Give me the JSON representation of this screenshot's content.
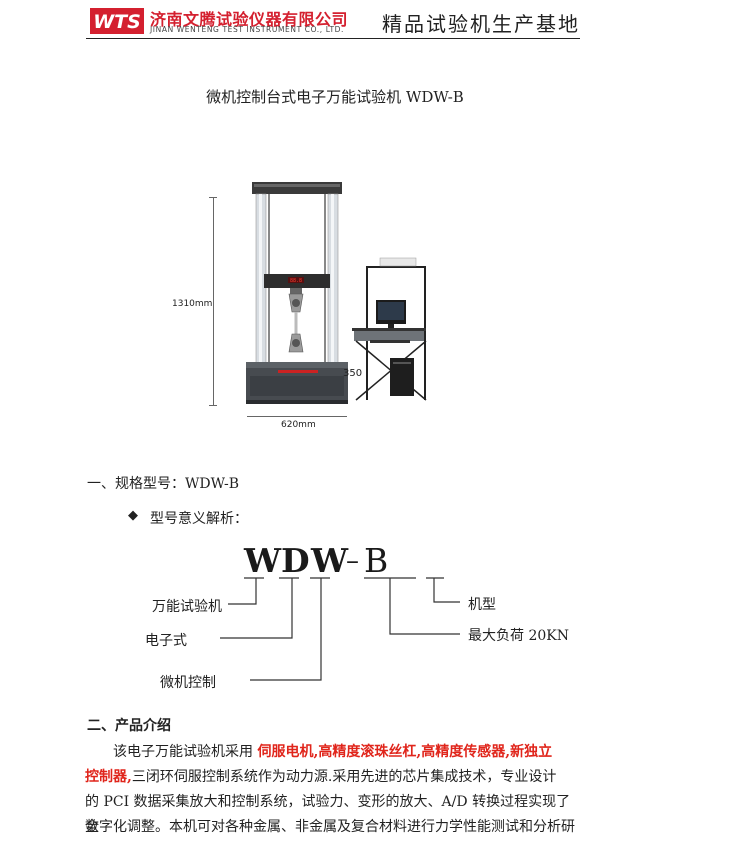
{
  "header": {
    "logo_text": "WTS",
    "company_cn": "济南文腾试验仪器有限公司",
    "company_en": "JINAN WENTENG TEST INSTRUMENT CO., LTD.",
    "slogan": "精品试验机生产基地"
  },
  "title": "微机控制台式电子万能试验机 WDW-B",
  "figure": {
    "height_label": "1310mm",
    "width_label": "620mm",
    "depth_label": "350"
  },
  "section1": {
    "heading_prefix": "一、规格型号：",
    "model": "WDW-B",
    "bullet_symbol": "◆",
    "bullet_label": "型号意义解析：",
    "code": {
      "w1": "W",
      "d": "D",
      "w2": "W",
      "dash": "–",
      "b": "B"
    },
    "labels": {
      "universal": "万能试验机",
      "electronic": "电子式",
      "micro_control": "微机控制",
      "type": "机型",
      "max_load": "最大负荷 20KN"
    }
  },
  "section2": {
    "heading": "二、产品介绍",
    "p1_a": "该电子万能试验机采用 ",
    "p1_red": "伺服电机,高精度滚珠丝杠,高精度传感器,新独立",
    "p2_red": "控制器,",
    "p2_b": "三闭环伺服控制系统作为动力源.采用先进的芯片集成技术，专业设计",
    "p3": "的 PCI 数据采集放大和控制系统，试验力、变形的放大、A/D 转换过程实现了全",
    "p4": "数字化调整。本机可对各种金属、非金属及复合材料进行力学性能测试和分析研"
  },
  "colors": {
    "brand_red": "#d4202f",
    "highlight_red": "#e0251b"
  }
}
